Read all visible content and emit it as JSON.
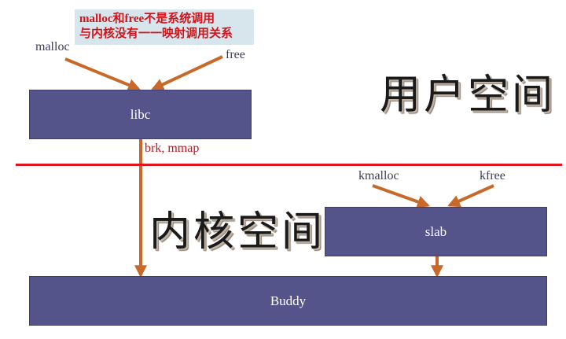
{
  "annotation": {
    "line1": "malloc和free不是系统调用",
    "line2": "与内核没有一一映射调用关系"
  },
  "user_space": {
    "title": "用户空间",
    "labels": {
      "malloc": "malloc",
      "free": "free"
    },
    "libc_box": "libc"
  },
  "boundary": {
    "syscalls": "brk, mmap",
    "color": "#e0141b"
  },
  "kernel_space": {
    "title": "内核空间",
    "labels": {
      "kmalloc": "kmalloc",
      "kfree": "kfree"
    },
    "slab_box": "slab",
    "buddy_box": "Buddy"
  },
  "colors": {
    "box_fill": "#55548a",
    "arrow": "#c8692a",
    "annotation_bg": "#d6e6ec",
    "annotation_text": "#d2141c"
  }
}
